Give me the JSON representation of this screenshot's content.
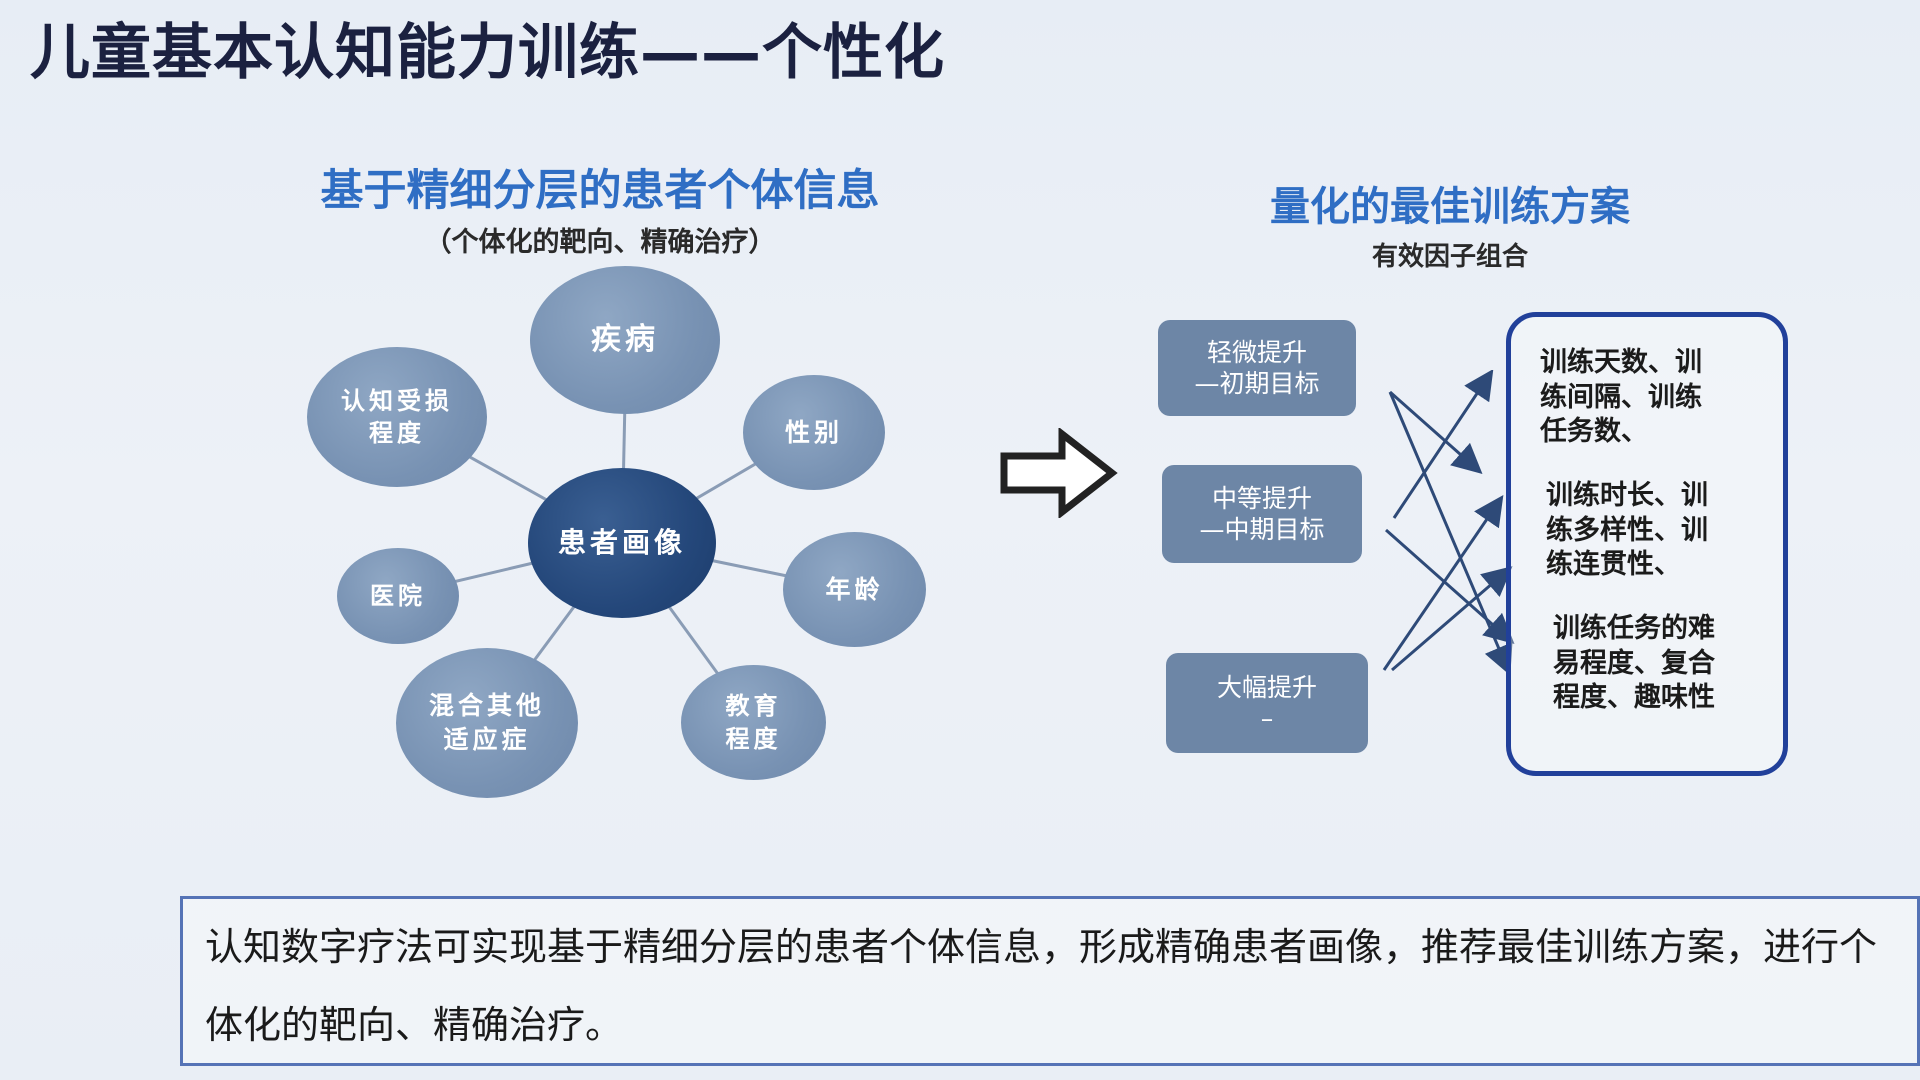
{
  "slide": {
    "title": "儿童基本认知能力训练——个性化"
  },
  "left_panel": {
    "heading": "基于精细分层的患者个体信息",
    "subheading": "（个体化的靶向、精确治疗）",
    "center_node": "患者画像",
    "nodes": {
      "disease": "疾病",
      "gender": "性别",
      "age": "年龄",
      "education": "教育\n程度",
      "comorbidity": "混合其他\n适应症",
      "hospital": "医院",
      "cognitive": "认知受损\n程度"
    }
  },
  "right_panel": {
    "heading": "量化的最佳训练方案",
    "subheading": "有效因子组合",
    "goals": [
      "轻微提升\n—初期目标",
      "中等提升\n—中期目标",
      "大幅提升\n–"
    ],
    "factors": [
      "训练天数、训\n练间隔、训练\n任务数、",
      "训练时长、训\n练多样性、训\n练连贯性、",
      "训练任务的难\n易程度、复合\n程度、趣味性"
    ]
  },
  "summary": {
    "text": "认知数字疗法可实现基于精细分层的患者个体信息，形成精确患者画像，推荐最佳训练方案，进行个体化的靶向、精确治疗。"
  },
  "colors": {
    "heading_blue": "#2f6ec4",
    "center_node": "#24477a",
    "outer_node": "#7892b3",
    "goal_box": "#6d86a6",
    "factor_border": "#21409a",
    "summary_border": "#5573b6"
  }
}
